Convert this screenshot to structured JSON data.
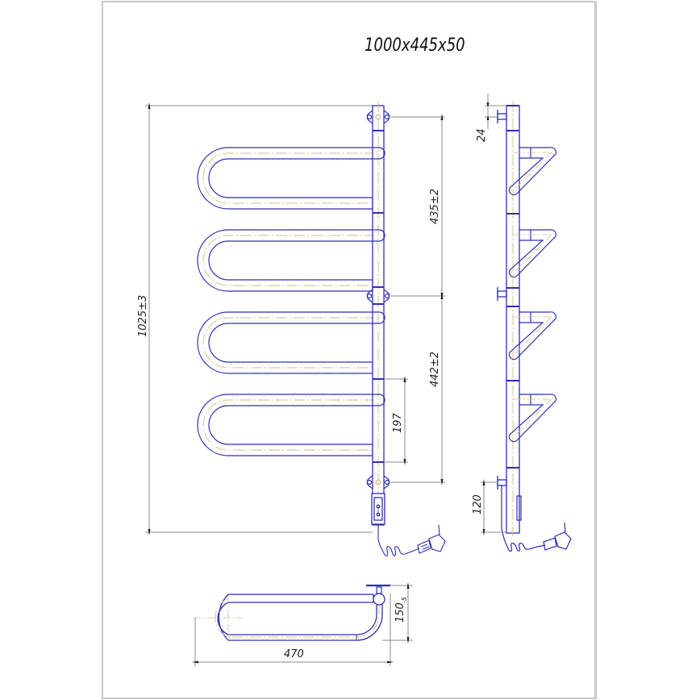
{
  "title": "1000x445x50",
  "colors": {
    "outline": "#2f2fb8",
    "centerline": "#d9b98a",
    "dimension": "#8a8a8a",
    "frame": "#c8c8c8",
    "text": "#222222"
  },
  "front_view": {
    "overall_height_dim": "1025±3",
    "upper_mount_spacing_dim": "435±2",
    "lower_mount_spacing_dim": "442±2",
    "loop_pitch_dim": "197",
    "loop_count": 4
  },
  "side_view": {
    "top_offset_dim": "24",
    "bottom_offset_dim": "120",
    "arm_count": 4
  },
  "top_view": {
    "width_dim": "470",
    "depth_dim": "150",
    "depth_tolerance": "-5"
  }
}
